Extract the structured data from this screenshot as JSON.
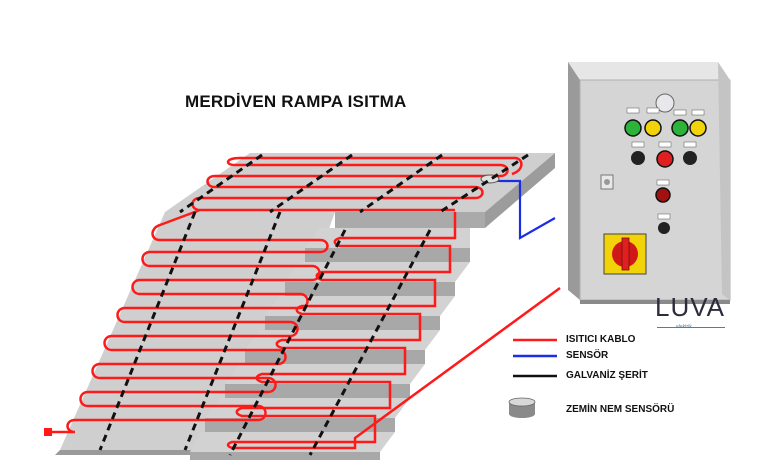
{
  "title": "MERDİVEN RAMPA ISITMA",
  "legend": [
    {
      "label": "ISITICI KABLO",
      "color": "#ff1a1a"
    },
    {
      "label": "SENSÖR",
      "color": "#1a2ee6"
    },
    {
      "label": "GALVANİZ ŞERİT",
      "color": "#111111"
    },
    {
      "label": "ZEMİN NEM SENSÖRÜ",
      "icon": "floor-moisture-sensor-icon"
    }
  ],
  "brand": {
    "name": "LUVA",
    "tagline": "elektrik"
  },
  "colors": {
    "heater": "#ff1a1a",
    "sensor": "#1a2ee6",
    "strip": "#111111",
    "panel": "#d9d9d9"
  }
}
